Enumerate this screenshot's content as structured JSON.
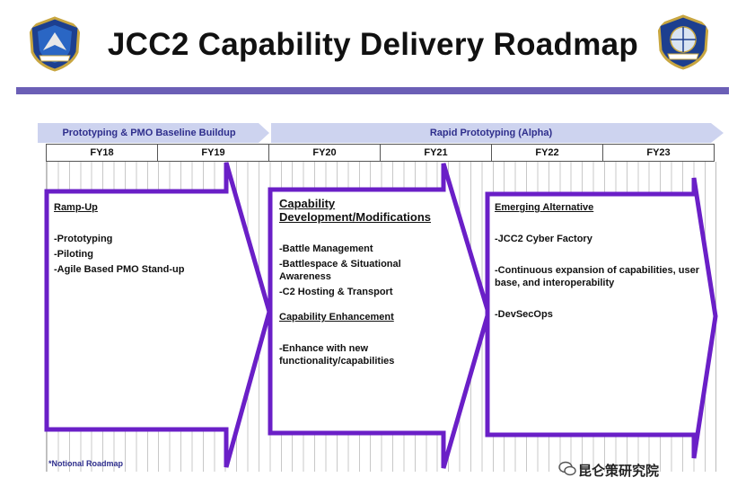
{
  "title": "JCC2 Capability Delivery Roadmap",
  "phases": [
    {
      "label": "Prototyping & PMO Baseline Buildup"
    },
    {
      "label": "Rapid Prototyping (Alpha)"
    }
  ],
  "fiscal_years": [
    "FY18",
    "FY19",
    "FY20",
    "FY21",
    "FY22",
    "FY23"
  ],
  "boxes": {
    "rampup": {
      "heading": "Ramp-Up",
      "items": [
        "-Prototyping",
        "-Piloting",
        "-Agile Based PMO Stand-up"
      ]
    },
    "capdev": {
      "heading": "Capability Development/Modifications",
      "items": [
        "-Battle Management",
        "-Battlespace & Situational Awareness",
        "-C2 Hosting & Transport"
      ],
      "subheading": "Capability Enhancement",
      "subitems": [
        "-Enhance with new functionality/capabilities"
      ]
    },
    "emerging": {
      "heading": "Emerging Alternative",
      "items": [
        "-JCC2 Cyber Factory",
        "-Continuous expansion of capabilities, user base, and interoperability",
        "-DevSecOps"
      ]
    }
  },
  "footnote": "*Notional Roadmap",
  "watermark": "昆仑策研究院",
  "colors": {
    "accent": "#6b5fb6",
    "arrow": "#6a1fc7",
    "phase_bar": "#cdd3ef",
    "phase_text": "#2e2e8c"
  },
  "icons": {
    "left_seal": "air-combat-command-seal-icon",
    "right_seal": "air-force-seal-icon",
    "watermark_logo": "wechat-icon"
  }
}
